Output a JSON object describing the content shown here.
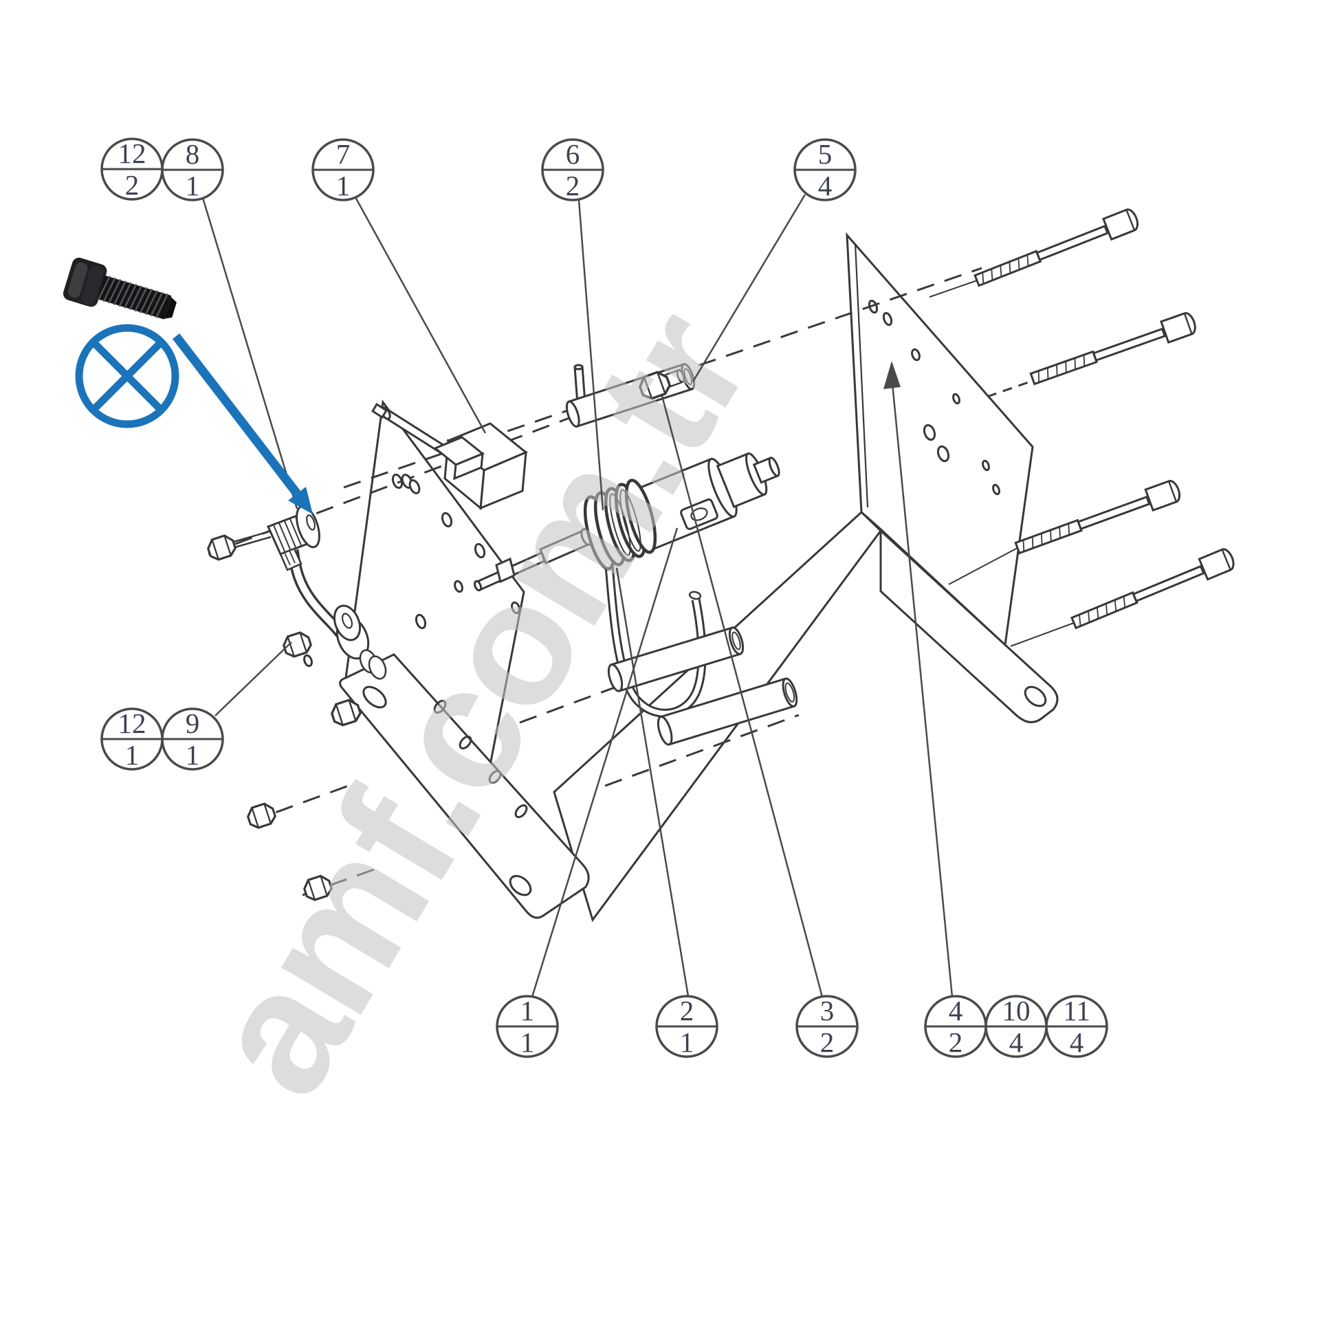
{
  "diagram": {
    "title": "exploded-parts-diagram",
    "watermark": "amf.com.tr",
    "colors": {
      "line": "#383838",
      "leader": "#4a4a4a",
      "callout_text": "#3c4250",
      "annotation_blue": "#1b74ba",
      "watermark_gray": "#c3c3c3",
      "screw_black": "#1c1c1e"
    },
    "callouts": [
      {
        "part": "12",
        "qty": "2"
      },
      {
        "part": "8",
        "qty": "1"
      },
      {
        "part": "7",
        "qty": "1"
      },
      {
        "part": "6",
        "qty": "2"
      },
      {
        "part": "5",
        "qty": "4"
      },
      {
        "part": "12",
        "qty": "1"
      },
      {
        "part": "9",
        "qty": "1"
      },
      {
        "part": "1",
        "qty": "1"
      },
      {
        "part": "2",
        "qty": "1"
      },
      {
        "part": "3",
        "qty": "2"
      },
      {
        "part": "4",
        "qty": "2"
      },
      {
        "part": "10",
        "qty": "4"
      },
      {
        "part": "11",
        "qty": "4"
      }
    ],
    "annotations": {
      "excluded_symbol": "crossed-circle",
      "pointer": "blue-arrow",
      "photo": "socket-head-cap-screw"
    }
  }
}
